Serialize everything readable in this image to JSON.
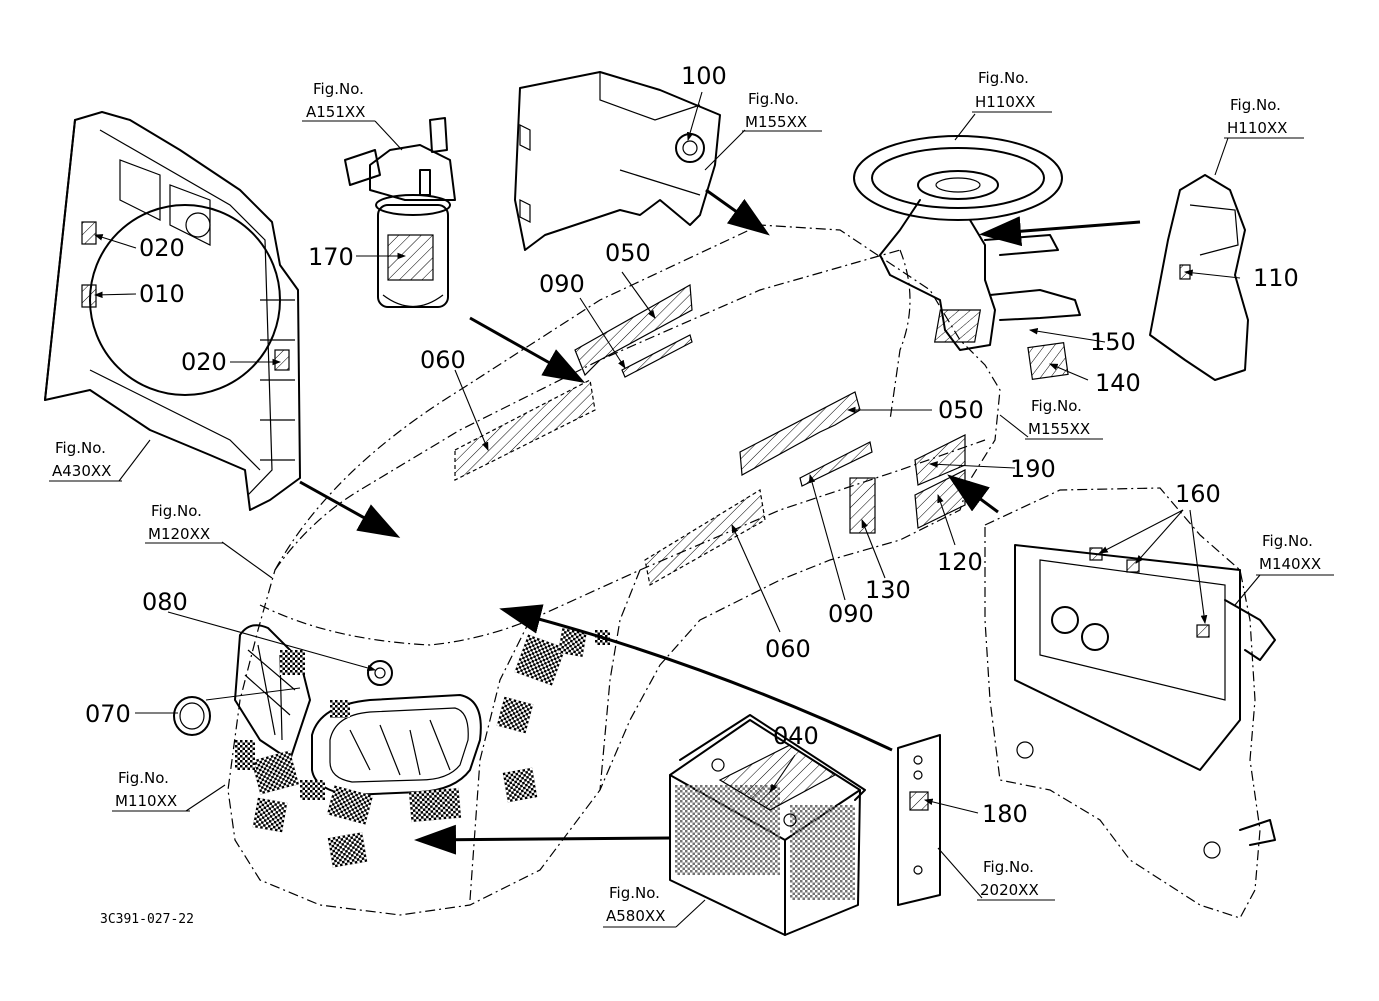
{
  "drawing_code": "3C391-027-22",
  "callouts": {
    "c100": "100",
    "c170": "170",
    "c020a": "020",
    "c010": "010",
    "c020b": "020",
    "c090a": "090",
    "c050a": "050",
    "c060a": "060",
    "c050b": "050",
    "c150": "150",
    "c140": "140",
    "c110": "110",
    "c190": "190",
    "c120": "120",
    "c130": "130",
    "c090b": "090",
    "c060b": "060",
    "c160": "160",
    "c080": "080",
    "c070": "070",
    "c040": "040",
    "c180": "180"
  },
  "figure_refs": {
    "a151": {
      "label": "Fig.No.",
      "code": "A151XX"
    },
    "m155a": {
      "label": "Fig.No.",
      "code": "M155XX"
    },
    "h110a": {
      "label": "Fig.No.",
      "code": "H110XX"
    },
    "h110b": {
      "label": "Fig.No.",
      "code": "H110XX"
    },
    "a430": {
      "label": "Fig.No.",
      "code": "A430XX"
    },
    "m155b": {
      "label": "Fig.No.",
      "code": "M155XX"
    },
    "m120": {
      "label": "Fig.No.",
      "code": "M120XX"
    },
    "m140": {
      "label": "Fig.No.",
      "code": "M140XX"
    },
    "m110": {
      "label": "Fig.No.",
      "code": "M110XX"
    },
    "a580": {
      "label": "Fig.No.",
      "code": "A580XX"
    },
    "f2020": {
      "label": "Fig.No.",
      "code": "2020XX"
    }
  }
}
